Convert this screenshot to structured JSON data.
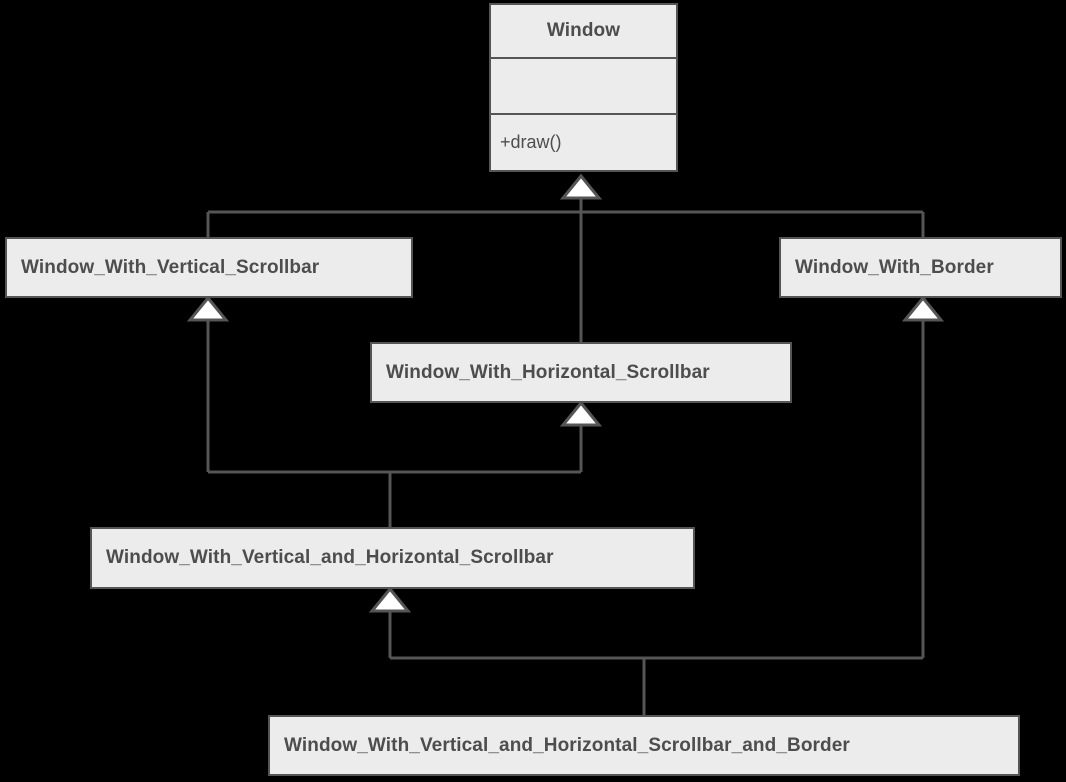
{
  "diagram": {
    "kind": "uml-class-diagram",
    "relation": "generalization",
    "background_color": "#000000",
    "node_fill": "#ececec",
    "node_stroke": "#555555",
    "text_color": "#4d4d4d",
    "edge_color": "#555555",
    "arrowhead_fill": "#ffffff"
  },
  "classes": {
    "window": {
      "name": "Window",
      "attributes": "",
      "operation": "+draw()"
    },
    "vertical_scrollbar": {
      "name": "Window_With_Vertical_Scrollbar"
    },
    "border": {
      "name": "Window_With_Border"
    },
    "horizontal_scrollbar": {
      "name": "Window_With_Horizontal_Scrollbar"
    },
    "vertical_and_horizontal": {
      "name": "Window_With_Vertical_and_Horizontal_Scrollbar"
    },
    "vertical_horizontal_and_border": {
      "name": "Window_With_Vertical_and_Horizontal_Scrollbar_and_Border"
    }
  },
  "edges": [
    {
      "from": "Window_With_Vertical_Scrollbar",
      "to": "Window"
    },
    {
      "from": "Window_With_Horizontal_Scrollbar",
      "to": "Window"
    },
    {
      "from": "Window_With_Border",
      "to": "Window"
    },
    {
      "from": "Window_With_Vertical_and_Horizontal_Scrollbar",
      "to": "Window_With_Vertical_Scrollbar"
    },
    {
      "from": "Window_With_Vertical_and_Horizontal_Scrollbar",
      "to": "Window_With_Horizontal_Scrollbar"
    },
    {
      "from": "Window_With_Vertical_and_Horizontal_Scrollbar_and_Border",
      "to": "Window_With_Vertical_and_Horizontal_Scrollbar"
    },
    {
      "from": "Window_With_Vertical_and_Horizontal_Scrollbar_and_Border",
      "to": "Window_With_Border"
    }
  ]
}
